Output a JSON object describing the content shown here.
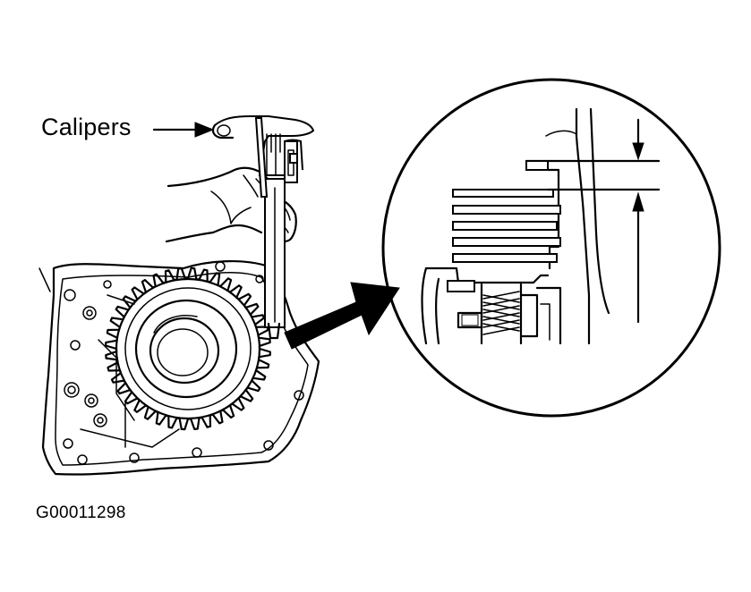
{
  "figure": {
    "callout_label": "Calipers",
    "figure_id": "G00011298"
  },
  "colors": {
    "ink": "#000000",
    "background": "#ffffff"
  },
  "parts": [
    "calipers",
    "hand",
    "transaxle-case",
    "clutch-drum-gear",
    "bolt-holes",
    "detail-magnifier",
    "clutch-pack",
    "return-spring",
    "measurement-arrows"
  ]
}
